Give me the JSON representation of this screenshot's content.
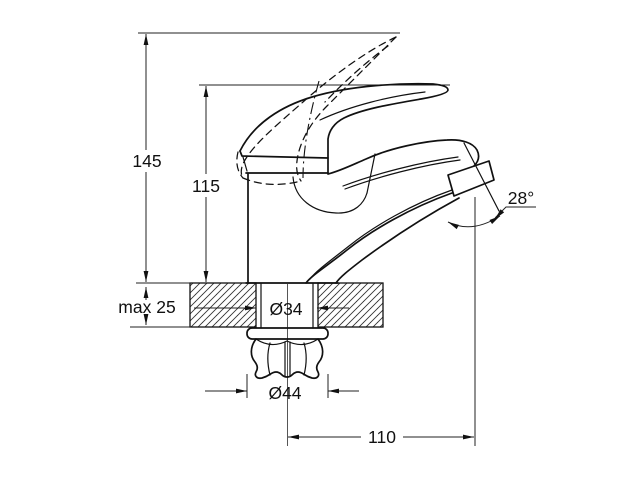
{
  "drawing": {
    "subject": "Single-lever basin mixer faucet - dimensioned side elevation with deck mounting cross-section",
    "background_color": "#ffffff",
    "line_color": "#111111",
    "dimensions": {
      "overall_height": "145",
      "spout_height": "115",
      "max_deck_thickness": "max 25",
      "shank_diameter": "Ø34",
      "nut_diameter": "Ø44",
      "spout_reach": "110",
      "spout_angle": "28°"
    }
  }
}
